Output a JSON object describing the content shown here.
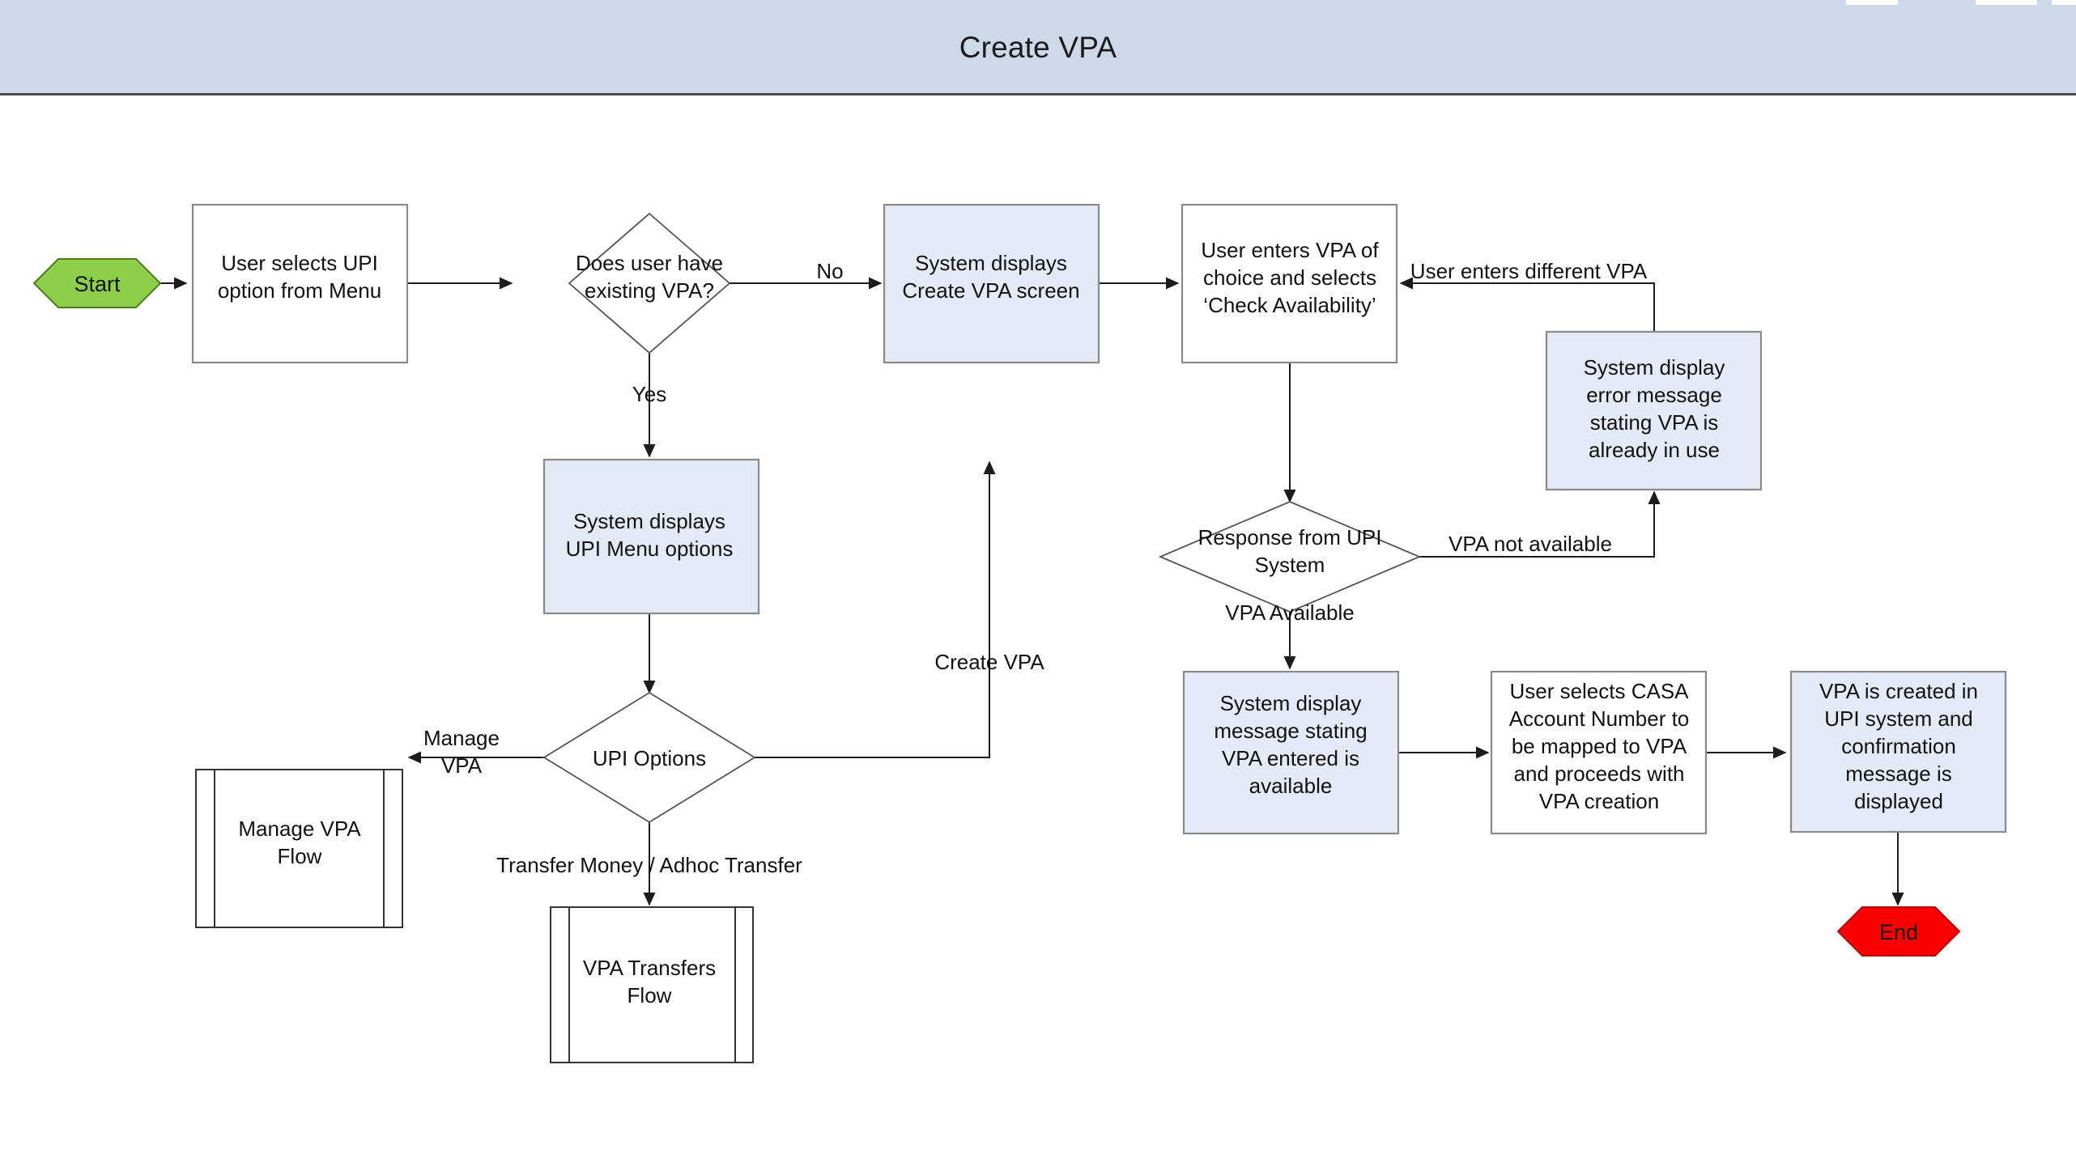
{
  "window": {
    "title": "Create VPA"
  },
  "colors": {
    "title_bar_bg": "#cdd8e8",
    "system_node_fill": "#e4eaf6",
    "process_node_fill": "#ffffff",
    "start_fill": "#8dce4b",
    "end_fill": "#fa0000",
    "edge_stroke": "#1c1c1c",
    "canvas_bg": "#ffffff"
  },
  "diagram": {
    "type": "flowchart",
    "nodes": [
      {
        "id": "start",
        "shape": "hexagon",
        "label": "Start"
      },
      {
        "id": "select_upi",
        "shape": "process",
        "label_lines": [
          "User selects UPI",
          "option from Menu"
        ]
      },
      {
        "id": "has_vpa",
        "shape": "decision",
        "label_lines": [
          "Does user have",
          "existing VPA?"
        ]
      },
      {
        "id": "upi_menu",
        "shape": "system-process",
        "label_lines": [
          "System displays",
          "UPI Menu options"
        ]
      },
      {
        "id": "upi_options",
        "shape": "decision",
        "label_lines": [
          "UPI Options"
        ]
      },
      {
        "id": "manage_flow",
        "shape": "predefined-process",
        "label_lines": [
          "Manage VPA",
          "Flow"
        ]
      },
      {
        "id": "transfers",
        "shape": "predefined-process",
        "label_lines": [
          "VPA Transfers",
          "Flow"
        ]
      },
      {
        "id": "create_screen",
        "shape": "system-process",
        "label_lines": [
          "System displays",
          "Create VPA screen"
        ]
      },
      {
        "id": "enter_vpa",
        "shape": "process",
        "label_lines": [
          "User enters VPA of",
          "choice and selects",
          "‘Check Availability’"
        ]
      },
      {
        "id": "error_box",
        "shape": "system-process",
        "label_lines": [
          "System display",
          "error message",
          "stating VPA is",
          "already in use"
        ]
      },
      {
        "id": "response",
        "shape": "decision",
        "label_lines": [
          "Response from UPI",
          "System"
        ]
      },
      {
        "id": "avail_msg",
        "shape": "system-process",
        "label_lines": [
          "System display",
          "message stating",
          "VPA entered is",
          "available"
        ]
      },
      {
        "id": "casa",
        "shape": "process",
        "label_lines": [
          "User selects CASA",
          "Account Number to",
          "be mapped to VPA",
          "and proceeds with",
          "VPA creation"
        ]
      },
      {
        "id": "created",
        "shape": "system-process",
        "label_lines": [
          "VPA is created in",
          "UPI system and",
          "confirmation",
          "message is",
          "displayed"
        ]
      },
      {
        "id": "end",
        "shape": "hexagon",
        "label": "End"
      }
    ],
    "edges": [
      {
        "from": "start",
        "to": "select_upi",
        "label": ""
      },
      {
        "from": "select_upi",
        "to": "has_vpa",
        "label": ""
      },
      {
        "from": "has_vpa",
        "to": "create_screen",
        "label": "No"
      },
      {
        "from": "has_vpa",
        "to": "upi_menu",
        "label": "Yes"
      },
      {
        "from": "upi_menu",
        "to": "upi_options",
        "label": ""
      },
      {
        "from": "upi_options",
        "to": "manage_flow",
        "label": "Manage VPA"
      },
      {
        "from": "upi_options",
        "to": "transfers",
        "label": "Transfer Money / Adhoc Transfer"
      },
      {
        "from": "upi_options",
        "to": "create_screen",
        "label": "Create VPA"
      },
      {
        "from": "create_screen",
        "to": "enter_vpa",
        "label": ""
      },
      {
        "from": "enter_vpa",
        "to": "response",
        "label": ""
      },
      {
        "from": "response",
        "to": "error_box",
        "label": "VPA not available"
      },
      {
        "from": "error_box",
        "to": "enter_vpa",
        "label": "User enters different VPA"
      },
      {
        "from": "response",
        "to": "avail_msg",
        "label": "VPA Available"
      },
      {
        "from": "avail_msg",
        "to": "casa",
        "label": ""
      },
      {
        "from": "casa",
        "to": "created",
        "label": ""
      },
      {
        "from": "created",
        "to": "end",
        "label": ""
      }
    ],
    "edge_labels": {
      "no": "No",
      "yes": "Yes",
      "manage_vpa_l1": "Manage",
      "manage_vpa_l2": "VPA",
      "transfer_money": "Transfer Money / Adhoc Transfer",
      "create_vpa": "Create VPA",
      "vpa_not_available": "VPA not available",
      "user_enters_different_vpa": "User enters different VPA",
      "vpa_available": "VPA Available"
    },
    "node_text": {
      "start": "Start",
      "end": "End",
      "select_upi": [
        "User selects UPI",
        "option from Menu"
      ],
      "has_vpa": [
        "Does user have",
        "existing VPA?"
      ],
      "upi_menu": [
        "System displays",
        "UPI Menu options"
      ],
      "upi_options": [
        "UPI Options"
      ],
      "manage_flow": [
        "Manage VPA",
        "Flow"
      ],
      "transfers": [
        "VPA Transfers",
        "Flow"
      ],
      "create_screen": [
        "System displays",
        "Create VPA screen"
      ],
      "enter_vpa": [
        "User enters VPA of",
        "choice and selects",
        "‘Check Availability’"
      ],
      "error_box": [
        "System display",
        "error message",
        "stating VPA is",
        "already in use"
      ],
      "response": [
        "Response from UPI",
        "System"
      ],
      "avail_msg": [
        "System display",
        "message stating",
        "VPA entered is",
        "available"
      ],
      "casa": [
        "User selects CASA",
        "Account Number to",
        "be mapped to VPA",
        "and proceeds with",
        "VPA creation"
      ],
      "created": [
        "VPA is created in",
        "UPI system and",
        "confirmation",
        "message is",
        "displayed"
      ]
    }
  }
}
